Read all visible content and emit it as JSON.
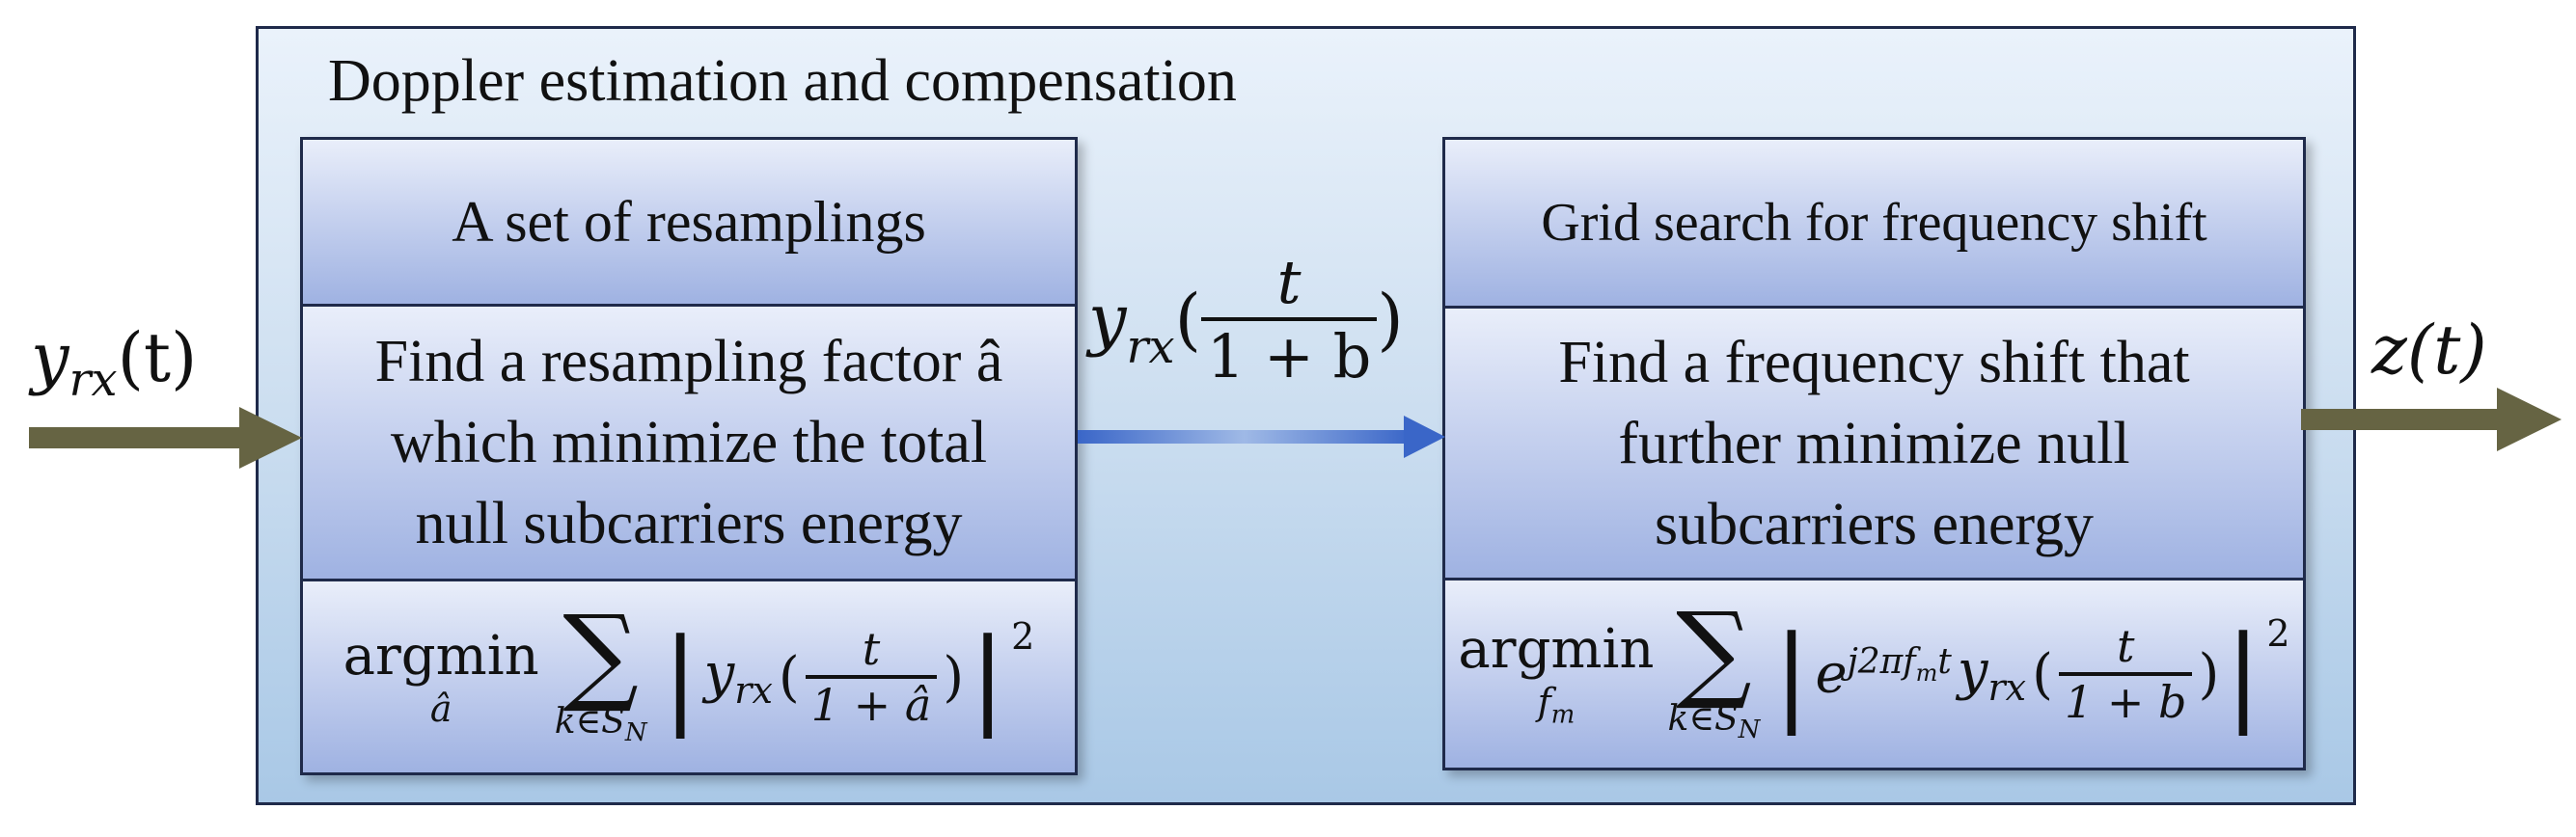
{
  "diagram": {
    "outer_title": "Doppler estimation and compensation",
    "input_signal": {
      "base": "y",
      "sub": "rx",
      "arg": "(t)"
    },
    "output_signal": "z(t)",
    "mid_signal": {
      "base": "y",
      "sub": "rx",
      "num": "t",
      "den": "1 + b"
    },
    "left_block": {
      "header": "A set of resamplings",
      "body_lines": [
        "Find a resampling factor â",
        "which minimize the total",
        "null subcarriers energy"
      ],
      "formula": {
        "op": "argmin",
        "op_sub": "â",
        "sum_sub": "k∈S",
        "sum_sub_sub": "N",
        "base": "y",
        "sub": "rx",
        "num": "t",
        "den": "1 + â",
        "exp": "2"
      }
    },
    "right_block": {
      "header": "Grid search for frequency shift",
      "body_lines": [
        "Find a frequency shift that",
        "further minimize null",
        "subcarriers energy"
      ],
      "formula": {
        "op": "argmin",
        "op_sub": "f",
        "op_sub_sub": "m",
        "sum_sub": "k∈S",
        "sum_sub_sub": "N",
        "exp_base": "e",
        "exp_text": "j2πf",
        "exp_sub": "m",
        "exp_tail": "t",
        "base": "y",
        "sub": "rx",
        "num": "t",
        "den": "1 + b",
        "exp": "2"
      }
    },
    "colors": {
      "arrow_dark": "#666443",
      "arrow_blue": "#3a66c8",
      "border": "#1f2a4a"
    }
  }
}
